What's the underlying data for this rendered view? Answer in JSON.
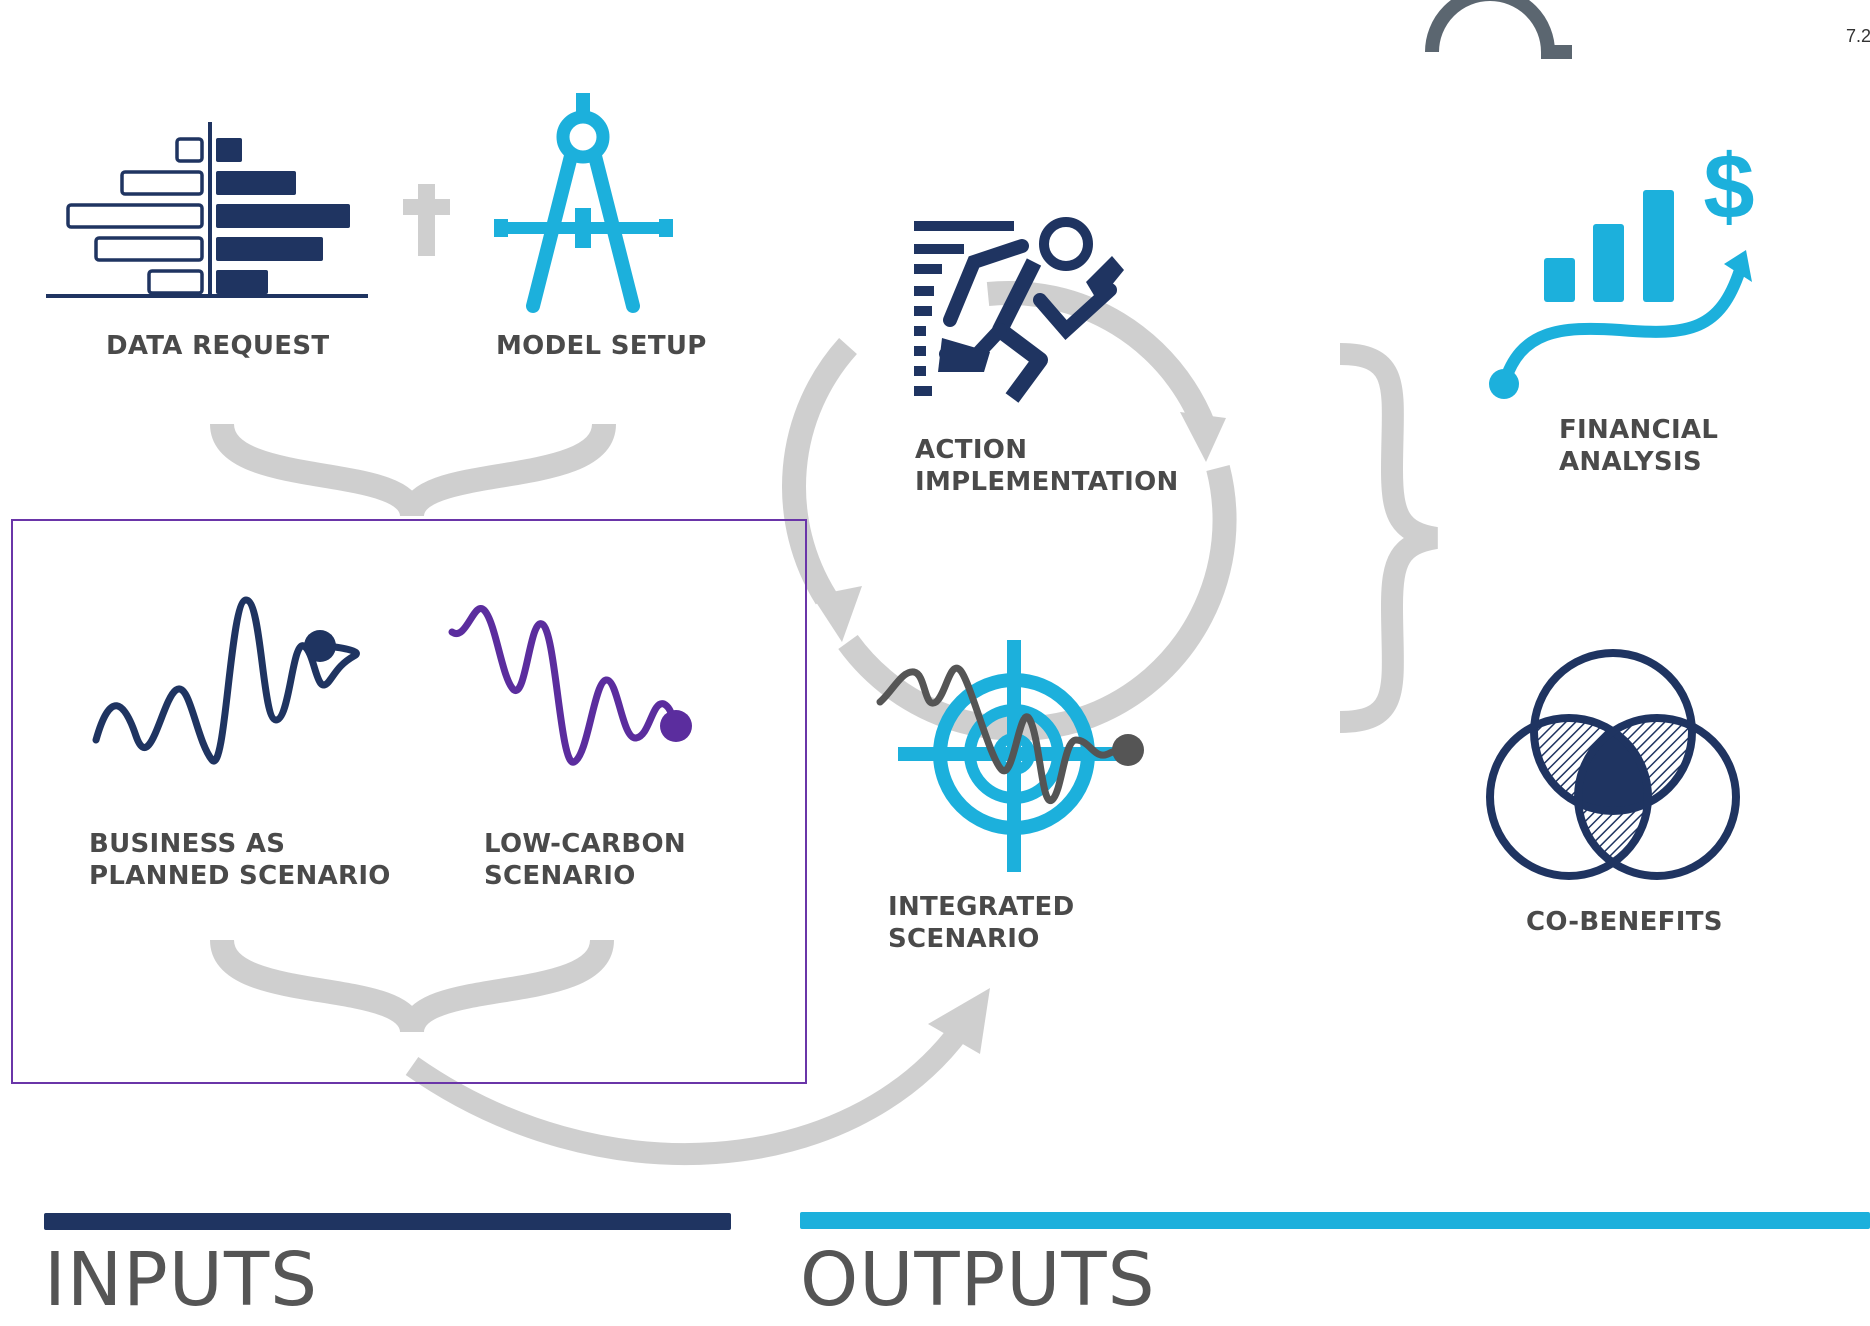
{
  "labels": {
    "data_request": "DATA REQUEST",
    "model_setup": "MODEL SETUP",
    "action_line1": "ACTION",
    "action_line2": "IMPLEMENTATION",
    "financial_line1": "FINANCIAL",
    "financial_line2": "ANALYSIS",
    "bap_line1": "BUSINESS AS",
    "bap_line2": "PLANNED SCENARIO",
    "low_carbon_line1": "LOW-CARBON",
    "low_carbon_line2": "SCENARIO",
    "integrated_line1": "INTEGRATED",
    "integrated_line2": "SCENARIO",
    "co_benefits": "CO-BENEFITS"
  },
  "sections": {
    "inputs": "INPUTS",
    "outputs": "OUTPUTS"
  },
  "page_marker": "7.2",
  "colors": {
    "navy": "#1f3461",
    "cyan": "#1cb0dc",
    "purple": "#5b2d9e",
    "gray_arrow": "#cfcfcf",
    "dark_gray": "#555555",
    "frame": "#6a35a8"
  },
  "icons": [
    "bar-chart-icon",
    "plus-icon",
    "compass-icon",
    "running-person-icon",
    "growth-dollar-icon",
    "waveform-icon",
    "target-icon",
    "venn-icon"
  ]
}
